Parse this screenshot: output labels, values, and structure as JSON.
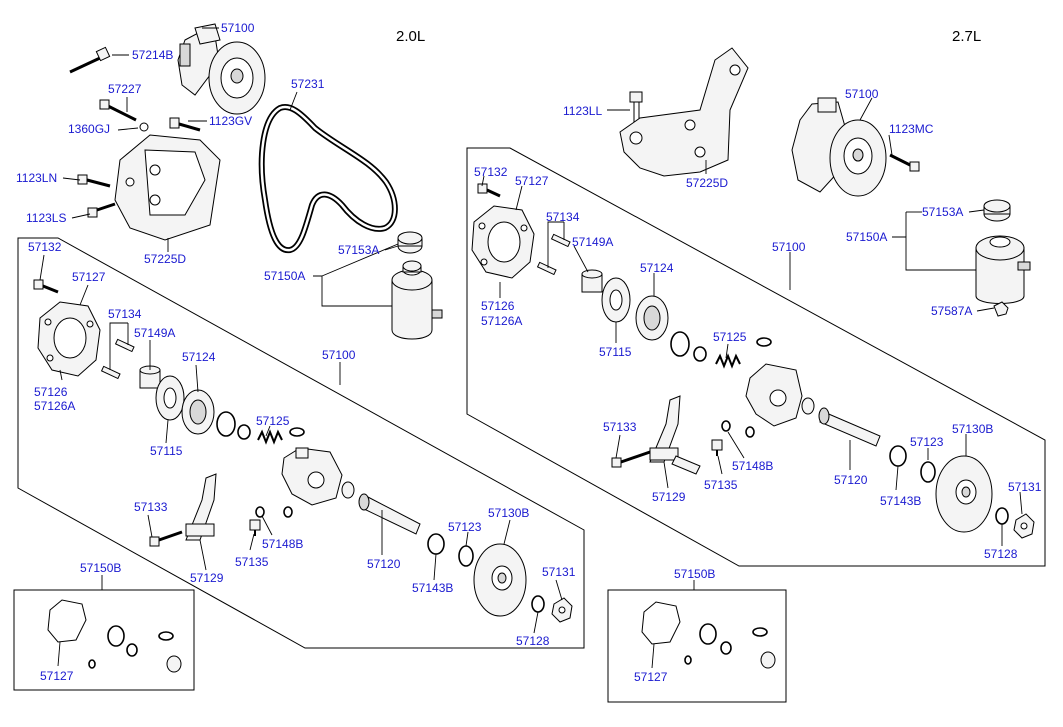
{
  "engines": {
    "left": "2.0L",
    "right": "2.7L"
  },
  "labels_left": {
    "p57100_top": "57100",
    "p57214B": "57214B",
    "p57227": "57227",
    "p1360GJ": "1360GJ",
    "p1123GV": "1123GV",
    "p1123LN": "1123LN",
    "p1123LS": "1123LS",
    "p57225D": "57225D",
    "p57231": "57231",
    "p57153A": "57153A",
    "p57150A": "57150A",
    "p57132": "57132",
    "p57127": "57127",
    "p57134": "57134",
    "p57149A": "57149A",
    "p57126": "57126",
    "p57126A": "57126A",
    "p57124": "57124",
    "p57115": "57115",
    "p57100_box": "57100",
    "p57125": "57125",
    "p57133": "57133",
    "p57148B": "57148B",
    "p57135": "57135",
    "p57129": "57129",
    "p57120": "57120",
    "p57123": "57123",
    "p57130B": "57130B",
    "p57143B": "57143B",
    "p57131": "57131",
    "p57128": "57128",
    "p57150B": "57150B",
    "p57127_kit": "57127"
  },
  "labels_right": {
    "p1123LL": "1123LL",
    "p57225D": "57225D",
    "p57100_top": "57100",
    "p1123MC": "1123MC",
    "p57153A": "57153A",
    "p57150A": "57150A",
    "p57587A": "57587A",
    "p57132": "57132",
    "p57127": "57127",
    "p57134": "57134",
    "p57149A": "57149A",
    "p57126": "57126",
    "p57126A": "57126A",
    "p57124": "57124",
    "p57100_box": "57100",
    "p57115": "57115",
    "p57125": "57125",
    "p57133": "57133",
    "p57148B": "57148B",
    "p57135": "57135",
    "p57129": "57129",
    "p57120": "57120",
    "p57123": "57123",
    "p57130B": "57130B",
    "p57143B": "57143B",
    "p57131": "57131",
    "p57128": "57128",
    "p57150B": "57150B",
    "p57127_kit": "57127"
  }
}
